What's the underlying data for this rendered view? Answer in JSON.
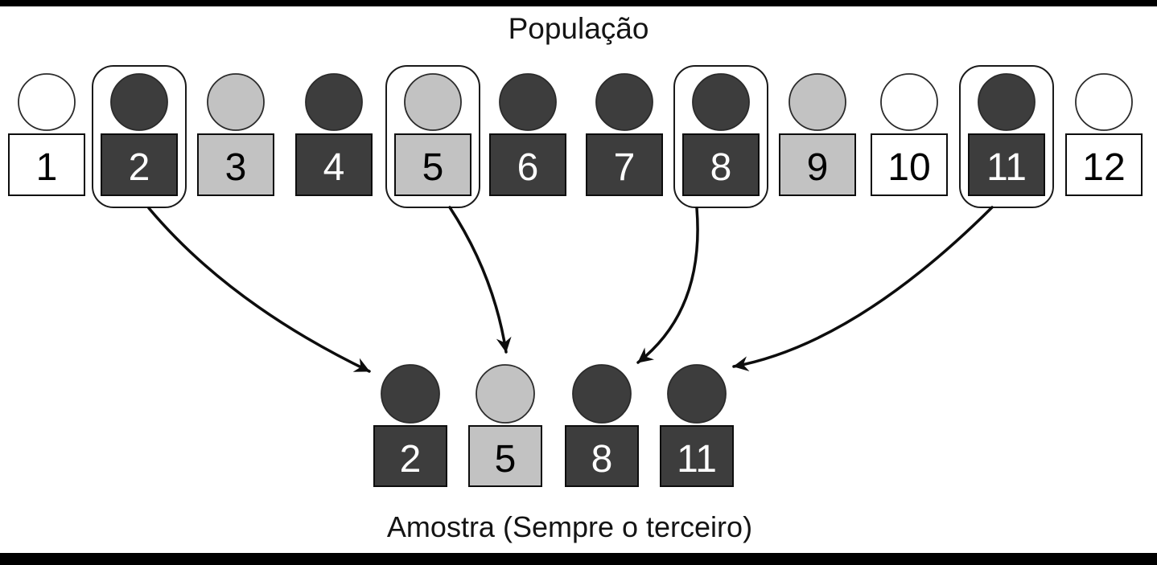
{
  "diagram": {
    "population_label": "População",
    "sample_label": "Amostra (Sempre o terceiro)",
    "colors": {
      "dark": "#3d3d3d",
      "light": "#c2c2c2",
      "white": "#ffffff",
      "outline": "#0d0d0d",
      "number_on_dark": "#ffffff",
      "number_on_light": "#000000"
    },
    "population": [
      {
        "id": "1",
        "shade": "white",
        "selected": false,
        "color": "#ffffff",
        "number_color": "#000000"
      },
      {
        "id": "2",
        "shade": "dark",
        "selected": true,
        "color": "#3d3d3d",
        "number_color": "#ffffff"
      },
      {
        "id": "3",
        "shade": "light",
        "selected": false,
        "color": "#c2c2c2",
        "number_color": "#000000"
      },
      {
        "id": "4",
        "shade": "dark",
        "selected": false,
        "color": "#3d3d3d",
        "number_color": "#ffffff"
      },
      {
        "id": "5",
        "shade": "light",
        "selected": true,
        "color": "#c2c2c2",
        "number_color": "#000000"
      },
      {
        "id": "6",
        "shade": "dark",
        "selected": false,
        "color": "#3d3d3d",
        "number_color": "#ffffff"
      },
      {
        "id": "7",
        "shade": "dark",
        "selected": false,
        "color": "#3d3d3d",
        "number_color": "#ffffff"
      },
      {
        "id": "8",
        "shade": "dark",
        "selected": true,
        "color": "#3d3d3d",
        "number_color": "#ffffff"
      },
      {
        "id": "9",
        "shade": "light",
        "selected": false,
        "color": "#c2c2c2",
        "number_color": "#000000"
      },
      {
        "id": "10",
        "shade": "white",
        "selected": false,
        "color": "#ffffff",
        "number_color": "#000000"
      },
      {
        "id": "11",
        "shade": "dark",
        "selected": true,
        "color": "#3d3d3d",
        "number_color": "#ffffff"
      },
      {
        "id": "12",
        "shade": "white",
        "selected": false,
        "color": "#ffffff",
        "number_color": "#000000"
      }
    ],
    "sample": [
      {
        "id": "2",
        "shade": "dark",
        "color": "#3d3d3d",
        "number_color": "#ffffff"
      },
      {
        "id": "5",
        "shade": "light",
        "color": "#c2c2c2",
        "number_color": "#000000"
      },
      {
        "id": "8",
        "shade": "dark",
        "color": "#3d3d3d",
        "number_color": "#ffffff"
      },
      {
        "id": "11",
        "shade": "dark",
        "color": "#3d3d3d",
        "number_color": "#ffffff"
      }
    ],
    "links": [
      {
        "from": "2",
        "to": "2"
      },
      {
        "from": "5",
        "to": "5"
      },
      {
        "from": "8",
        "to": "8"
      },
      {
        "from": "11",
        "to": "11"
      }
    ]
  }
}
